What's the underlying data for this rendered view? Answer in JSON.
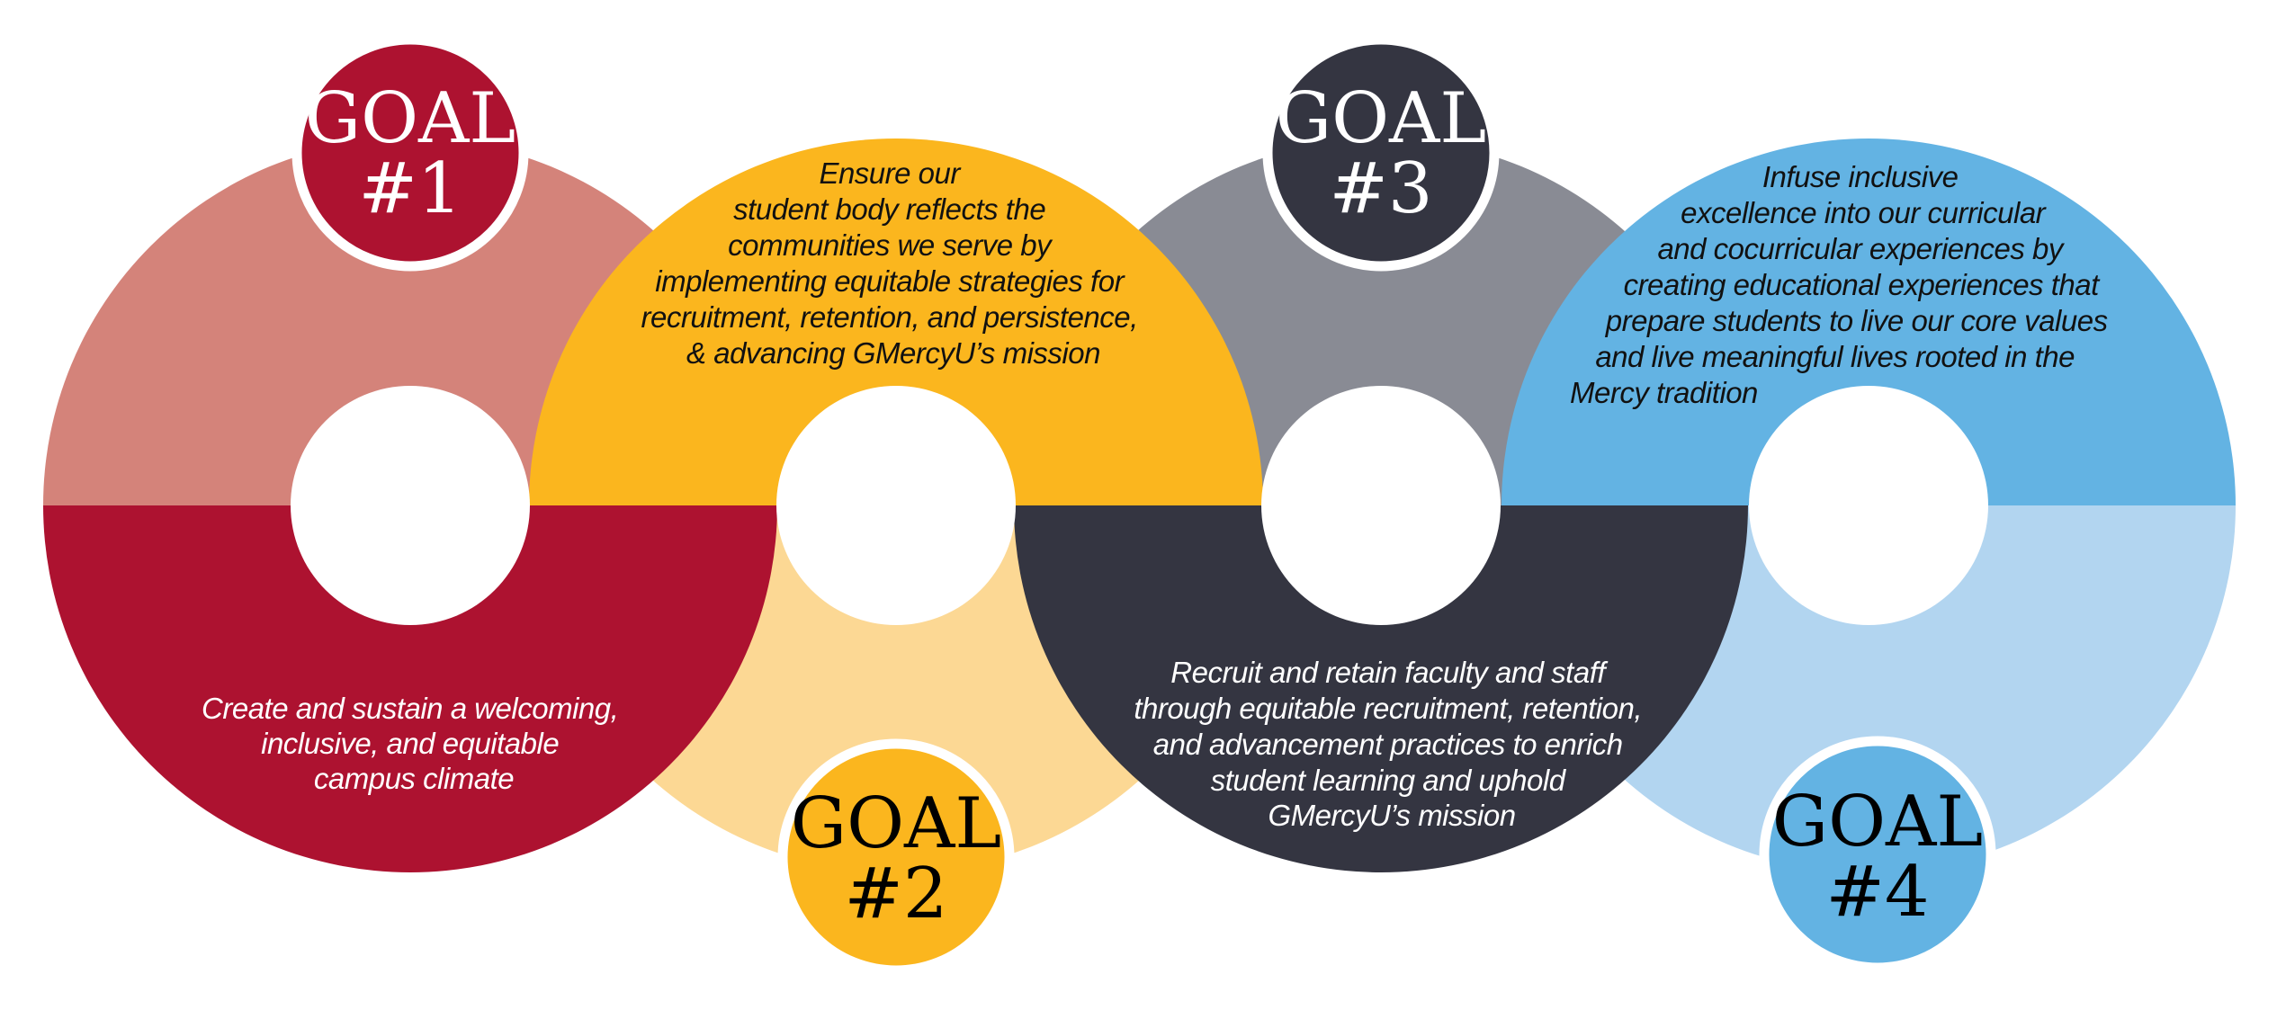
{
  "colors": {
    "goal1_light": "#D4837A",
    "goal1_dark": "#AD1230",
    "goal2_light": "#FCD894",
    "goal2_dark": "#FBB61E",
    "goal3_light": "#898B94",
    "goal3_dark": "#343541",
    "goal4_light": "#B2D5F0",
    "goal4_dark": "#63B3E3"
  },
  "goals": [
    {
      "title": "GOAL",
      "number": "#1",
      "text": [
        "Create and sustain a welcoming,",
        "inclusive, and equitable",
        "campus climate"
      ]
    },
    {
      "title": "GOAL",
      "number": "#2",
      "text": [
        "Ensure our",
        "student body reflects the",
        "communities we serve by",
        "implementing equitable strategies for",
        "recruitment, retention, and persistence,",
        "& advancing GMercyU’s mission"
      ]
    },
    {
      "title": "GOAL",
      "number": "#3",
      "text": [
        "Recruit and retain faculty and staff",
        "through equitable recruitment, retention,",
        "and advancement practices to enrich",
        "student learning and uphold",
        "GMercyU’s mission"
      ]
    },
    {
      "title": "GOAL",
      "number": "#4",
      "text": [
        "Infuse inclusive",
        "excellence into our curricular",
        "and cocurricular experiences by",
        "creating educational experiences that",
        "prepare students to live our core values",
        "and live meaningful lives rooted in the",
        "Mercy tradition"
      ]
    }
  ]
}
